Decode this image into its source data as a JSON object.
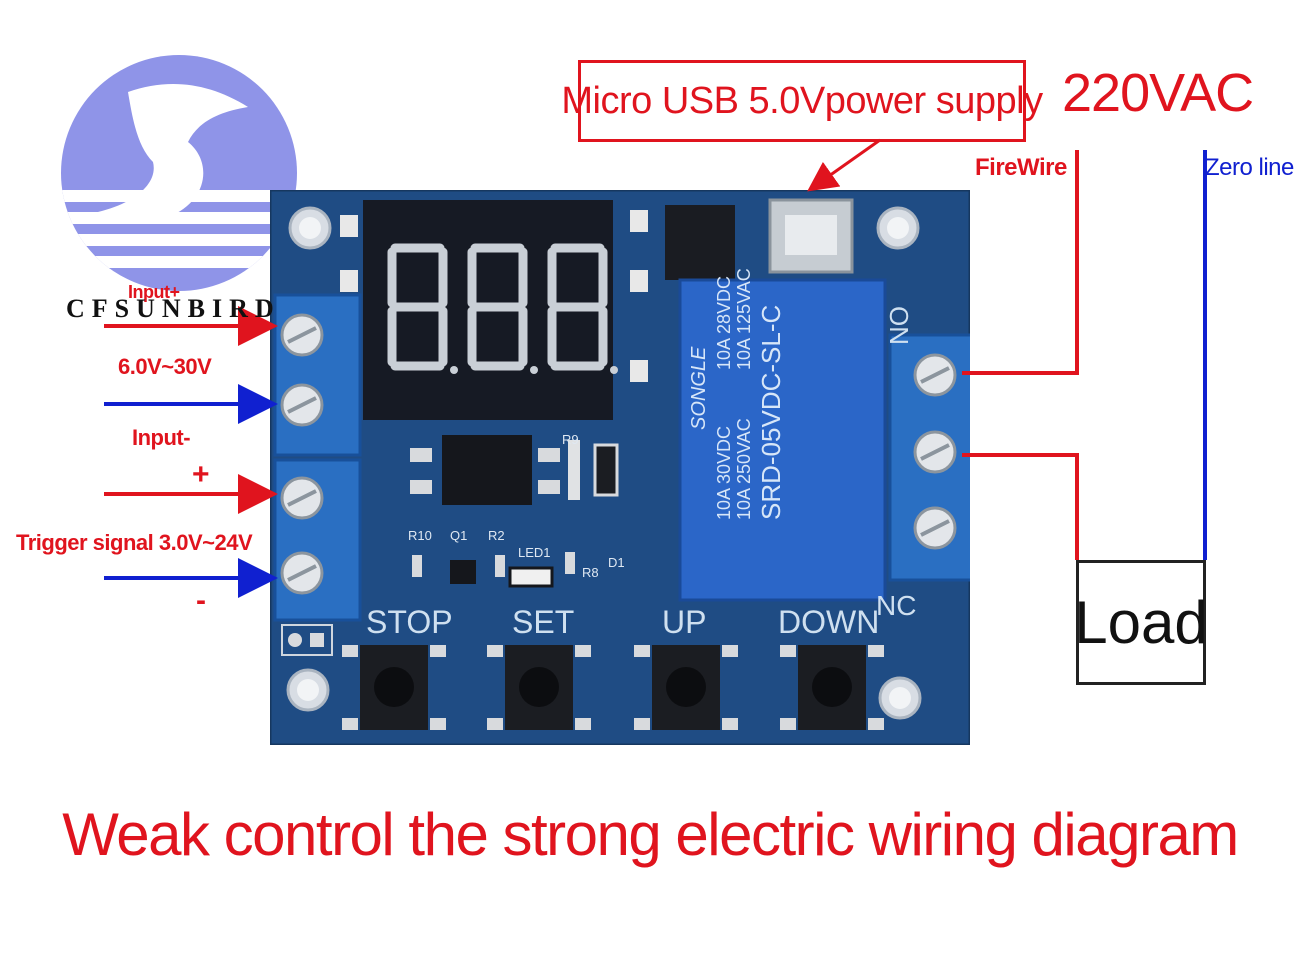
{
  "labels": {
    "usb_supply": "Micro USB 5.0Vpower supply",
    "vac": "220VAC",
    "firewire": "FireWire",
    "zero_line": "Zero line",
    "load": "Load",
    "caption": "Weak control the strong electric wiring diagram",
    "brand": "CFSUNBIRD",
    "input_plus": "Input+",
    "voltage_range": "6.0V~30V",
    "input_minus": "Input-",
    "plus": "+",
    "trigger": "Trigger signal 3.0V~24V",
    "minus": "-"
  },
  "board": {
    "buttons": [
      "STOP",
      "SET",
      "UP",
      "DOWN"
    ],
    "display": "888",
    "nc": "NC",
    "no": "NO",
    "silkscreen": [
      "R10",
      "Q1",
      "R2",
      "LED1",
      "R8",
      "D1",
      "R9"
    ]
  },
  "relay": {
    "brand": "SONGLE",
    "model": "SRD-05VDC-SL-C",
    "ratings": [
      "10A 250VAC",
      "10A 30VDC",
      "10A 125VAC",
      "10A 28VDC"
    ]
  },
  "colors": {
    "red": "#e0141e",
    "blue": "#1020d0",
    "pcb": "#1f4c84",
    "terminal": "#2a6fc2",
    "relay": "#2b66c8",
    "logo": "#8f94e8"
  }
}
